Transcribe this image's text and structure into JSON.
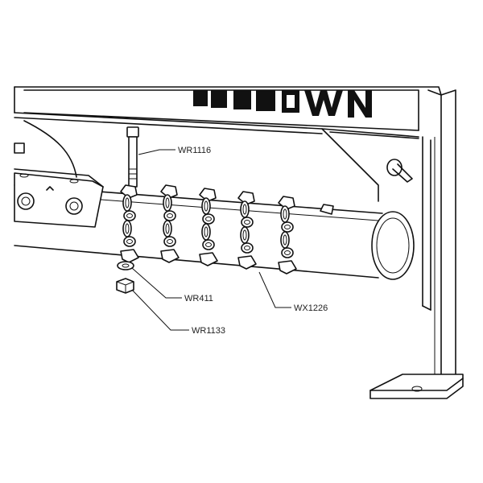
{
  "callouts": {
    "bolt": "WR1116",
    "washer": "WR411",
    "nut": "WR1133",
    "chain": "WX1226"
  }
}
